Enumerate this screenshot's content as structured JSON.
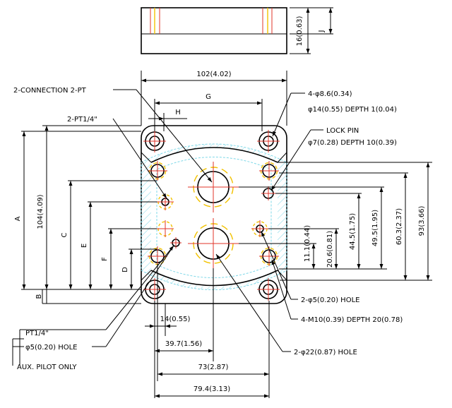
{
  "top_view": {
    "thickness_label": "16(0.63)",
    "j_label": "J"
  },
  "dims": {
    "width_overall": "102(4.02)",
    "g": "G",
    "h": "H",
    "a": "A",
    "height_overall": "104(4.09)",
    "c": "C",
    "e": "E",
    "f": "F",
    "d": "D",
    "b": "B",
    "r1": "11.1(0.44)",
    "r2": "20.6(0.81)",
    "r3": "44.5(1.75)",
    "r4": "49.5(1.95)",
    "r5": "60.3(2.37)",
    "r6": "93(3.66)",
    "b1": "14(0.55)",
    "b2": "39.7(1.56)",
    "b3": "73(2.87)",
    "b4": "79.4(3.13)"
  },
  "callouts": {
    "connection": "2-CONNECTION 2-PT",
    "pt14": "2-PT1/4\"",
    "holes_line1": "4-φ8.6(0.34)",
    "holes_line2": "φ14(0.55) DEPTH 1(0.04)",
    "lockpin_line1": "LOCK PIN",
    "lockpin_line2": "φ7(0.28) DEPTH 10(0.39)",
    "hole5": "2-φ5(0.20) HOLE",
    "m10": "4-M10(0.39) DEPTH 20(0.78)",
    "hole22": "2-φ22(0.87) HOLE",
    "aux_line1": "PT1/4\"",
    "aux_line2": "φ5(0.20) HOLE",
    "aux_line3": "AUX. PILOT ONLY"
  },
  "colors": {
    "center_lines": "#e0342a",
    "hidden_circles": "#f2c200",
    "hatch": "#7fd8e8",
    "lines": "#000000"
  }
}
